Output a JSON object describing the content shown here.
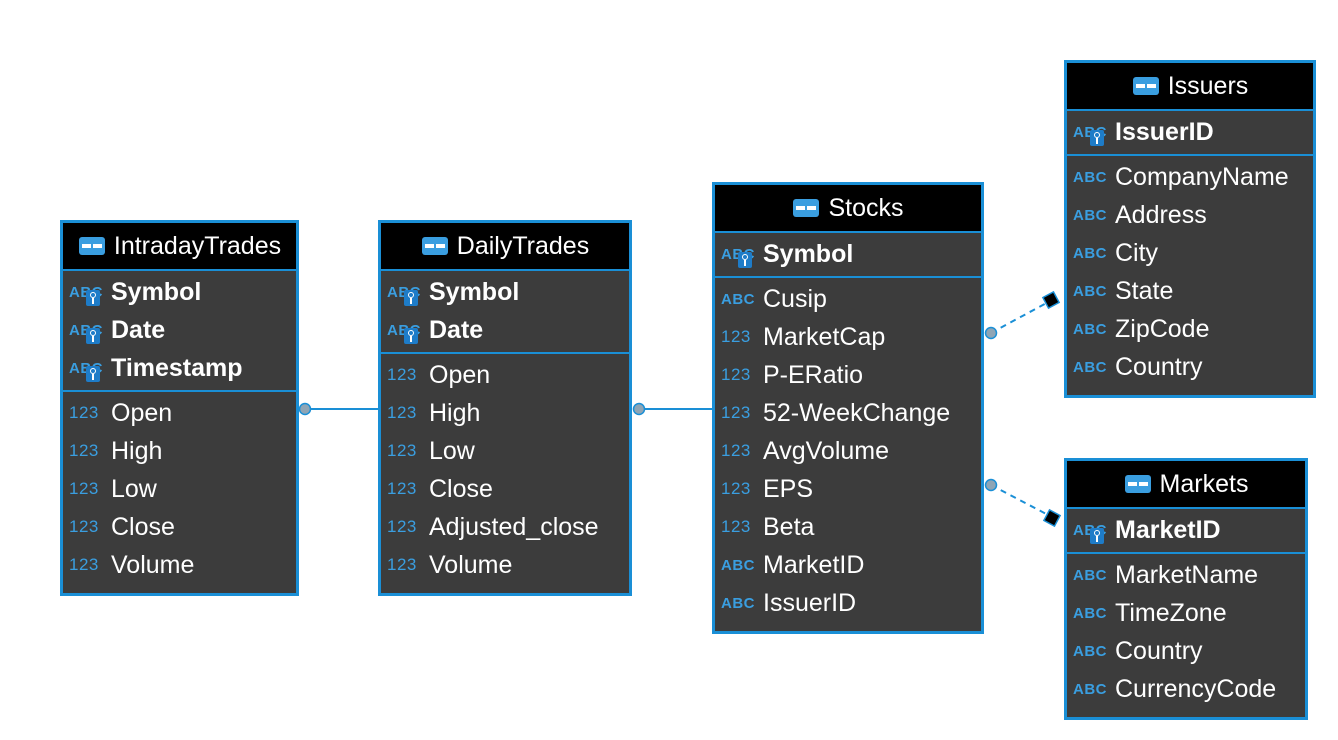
{
  "entities": [
    {
      "title": "IntradayTrades",
      "keys": [
        {
          "type": "ABC",
          "name": "Symbol"
        },
        {
          "type": "ABC",
          "name": "Date"
        },
        {
          "type": "ABC",
          "name": "Timestamp"
        }
      ],
      "columns": [
        {
          "type": "123",
          "name": "Open"
        },
        {
          "type": "123",
          "name": "High"
        },
        {
          "type": "123",
          "name": "Low"
        },
        {
          "type": "123",
          "name": "Close"
        },
        {
          "type": "123",
          "name": "Volume"
        }
      ]
    },
    {
      "title": "DailyTrades",
      "keys": [
        {
          "type": "ABC",
          "name": "Symbol"
        },
        {
          "type": "ABC",
          "name": "Date"
        }
      ],
      "columns": [
        {
          "type": "123",
          "name": "Open"
        },
        {
          "type": "123",
          "name": "High"
        },
        {
          "type": "123",
          "name": "Low"
        },
        {
          "type": "123",
          "name": "Close"
        },
        {
          "type": "123",
          "name": "Adjusted_close"
        },
        {
          "type": "123",
          "name": "Volume"
        }
      ]
    },
    {
      "title": "Stocks",
      "keys": [
        {
          "type": "ABC",
          "name": "Symbol"
        }
      ],
      "columns": [
        {
          "type": "ABC",
          "name": "Cusip"
        },
        {
          "type": "123",
          "name": "MarketCap"
        },
        {
          "type": "123",
          "name": "P-ERatio"
        },
        {
          "type": "123",
          "name": "52-WeekChange"
        },
        {
          "type": "123",
          "name": "AvgVolume"
        },
        {
          "type": "123",
          "name": "EPS"
        },
        {
          "type": "123",
          "name": "Beta"
        },
        {
          "type": "ABC",
          "name": "MarketID"
        },
        {
          "type": "ABC",
          "name": "IssuerID"
        }
      ]
    },
    {
      "title": "Issuers",
      "keys": [
        {
          "type": "ABC",
          "name": "IssuerID"
        }
      ],
      "columns": [
        {
          "type": "ABC",
          "name": "CompanyName"
        },
        {
          "type": "ABC",
          "name": "Address"
        },
        {
          "type": "ABC",
          "name": "City"
        },
        {
          "type": "ABC",
          "name": "State"
        },
        {
          "type": "ABC",
          "name": "ZipCode"
        },
        {
          "type": "ABC",
          "name": "Country"
        }
      ]
    },
    {
      "title": "Markets",
      "keys": [
        {
          "type": "ABC",
          "name": "MarketID"
        }
      ],
      "columns": [
        {
          "type": "ABC",
          "name": "MarketName"
        },
        {
          "type": "ABC",
          "name": "TimeZone"
        },
        {
          "type": "ABC",
          "name": "Country"
        },
        {
          "type": "ABC",
          "name": "CurrencyCode"
        }
      ]
    }
  ],
  "relationships": [
    {
      "from": "IntradayTrades",
      "to": "DailyTrades",
      "style": "solid"
    },
    {
      "from": "DailyTrades",
      "to": "Stocks",
      "style": "solid"
    },
    {
      "from": "Stocks",
      "to": "Issuers",
      "style": "dashed"
    },
    {
      "from": "Stocks",
      "to": "Markets",
      "style": "dashed"
    }
  ],
  "colors": {
    "border": "#1a8fd6",
    "header": "#000000",
    "body": "#3c3c3c",
    "type_icon": "#3a9ee0"
  }
}
